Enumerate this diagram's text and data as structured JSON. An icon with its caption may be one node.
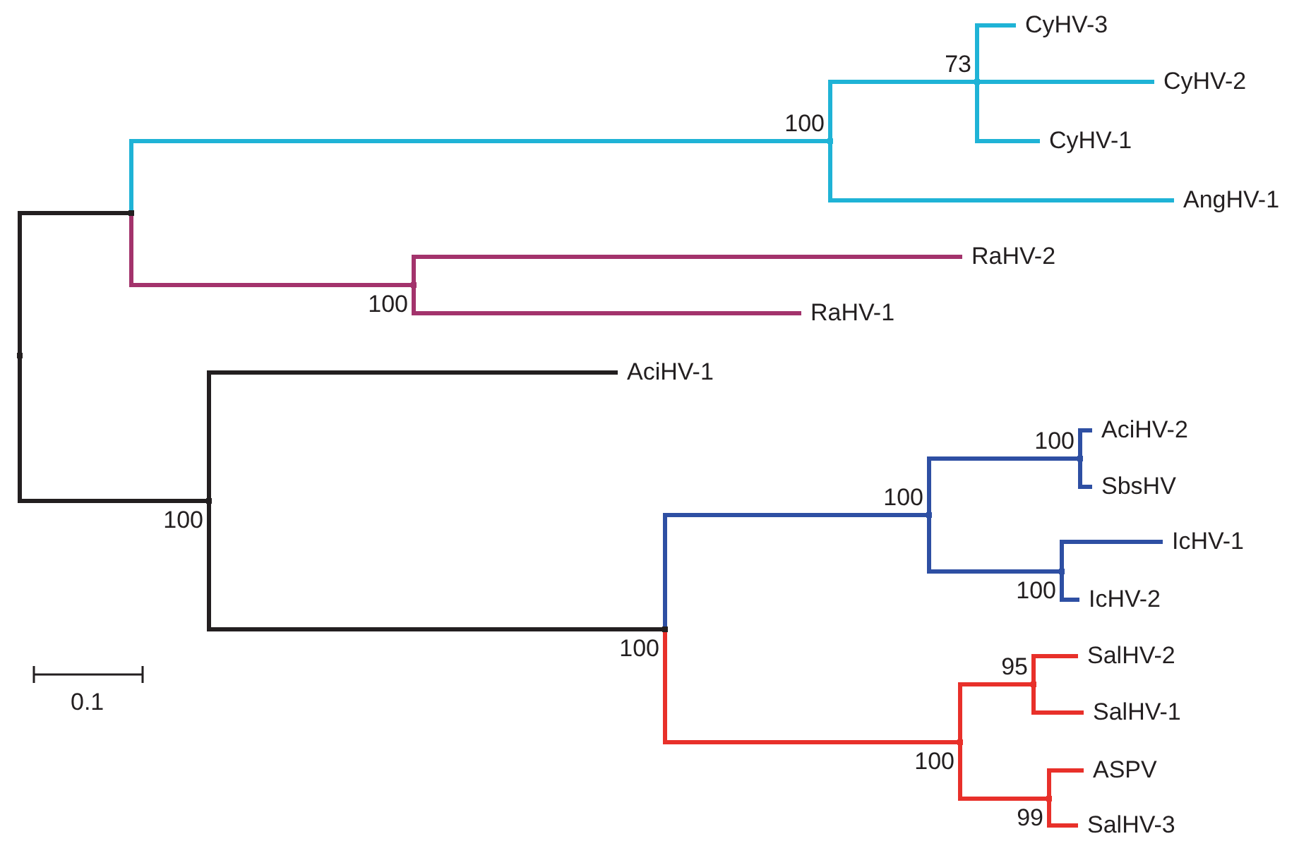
{
  "diagram": {
    "nodes": [
      {
        "text": [],
        "shape": "point"
      },
      {
        "text": [],
        "shape": "point"
      },
      {
        "text": [],
        "shape": "point",
        "beside": [
          "100"
        ]
      },
      {
        "text": [],
        "shape": "point",
        "beside": [
          "73"
        ]
      },
      {
        "text": [
          "CyHV-3"
        ]
      },
      {
        "text": [
          "CyHV-2"
        ]
      },
      {
        "text": [
          "CyHV-1"
        ]
      },
      {
        "text": [
          "AngHV-1"
        ]
      },
      {
        "text": [],
        "shape": "point",
        "beside": [
          "100"
        ]
      },
      {
        "text": [
          "RaHV-2"
        ]
      },
      {
        "text": [
          "RaHV-1"
        ]
      },
      {
        "text": [],
        "shape": "point",
        "beside": [
          "100"
        ]
      },
      {
        "text": [
          "AciHV-1"
        ]
      },
      {
        "text": [],
        "shape": "point",
        "beside": [
          "100"
        ]
      },
      {
        "text": [],
        "shape": "point",
        "beside": [
          "100"
        ]
      },
      {
        "text": [],
        "shape": "point",
        "beside": [
          "100"
        ]
      },
      {
        "text": [
          "AciHV-2"
        ]
      },
      {
        "text": [
          "SbsHV"
        ]
      },
      {
        "text": [],
        "shape": "point",
        "beside": [
          "100"
        ]
      },
      {
        "text": [
          "IcHV-1"
        ]
      },
      {
        "text": [
          "IcHV-2"
        ]
      },
      {
        "text": [],
        "shape": "point",
        "beside": [
          "100"
        ]
      },
      {
        "text": [],
        "shape": "point",
        "beside": [
          "95"
        ]
      },
      {
        "text": [
          "SalHV-2"
        ]
      },
      {
        "text": [
          "SalHV-1"
        ]
      },
      {
        "text": [],
        "shape": "point",
        "beside": [
          "99"
        ]
      },
      {
        "text": [
          "ASPV"
        ]
      },
      {
        "text": [
          "SalHV-3"
        ]
      }
    ],
    "edges": [
      {
        "from": 0,
        "to": 1,
        "arrow": "none",
        "color": "#231f20"
      },
      {
        "from": 1,
        "to": 2,
        "arrow": "none",
        "color": "#1fb3d6"
      },
      {
        "from": 2,
        "to": 3,
        "arrow": "none",
        "color": "#1fb3d6"
      },
      {
        "from": 3,
        "to": 4,
        "arrow": "none",
        "color": "#1fb3d6"
      },
      {
        "from": 3,
        "to": 5,
        "arrow": "none",
        "color": "#1fb3d6"
      },
      {
        "from": 3,
        "to": 6,
        "arrow": "none",
        "color": "#1fb3d6"
      },
      {
        "from": 2,
        "to": 7,
        "arrow": "none",
        "color": "#1fb3d6"
      },
      {
        "from": 1,
        "to": 8,
        "arrow": "none",
        "color": "#a3336c"
      },
      {
        "from": 8,
        "to": 9,
        "arrow": "none",
        "color": "#a3336c"
      },
      {
        "from": 8,
        "to": 10,
        "arrow": "none",
        "color": "#a3336c"
      },
      {
        "from": 0,
        "to": 11,
        "arrow": "none",
        "color": "#231f20"
      },
      {
        "from": 11,
        "to": 12,
        "arrow": "none",
        "color": "#231f20"
      },
      {
        "from": 11,
        "to": 13,
        "arrow": "none",
        "color": "#231f20"
      },
      {
        "from": 13,
        "to": 14,
        "arrow": "none",
        "color": "#2e4fa3"
      },
      {
        "from": 14,
        "to": 15,
        "arrow": "none",
        "color": "#2e4fa3"
      },
      {
        "from": 15,
        "to": 16,
        "arrow": "none",
        "color": "#2e4fa3"
      },
      {
        "from": 15,
        "to": 17,
        "arrow": "none",
        "color": "#2e4fa3"
      },
      {
        "from": 14,
        "to": 18,
        "arrow": "none",
        "color": "#2e4fa3"
      },
      {
        "from": 18,
        "to": 19,
        "arrow": "none",
        "color": "#2e4fa3"
      },
      {
        "from": 18,
        "to": 20,
        "arrow": "none",
        "color": "#2e4fa3"
      },
      {
        "from": 13,
        "to": 21,
        "arrow": "none",
        "color": "#e8302a"
      },
      {
        "from": 21,
        "to": 22,
        "arrow": "none",
        "color": "#e8302a"
      },
      {
        "from": 22,
        "to": 23,
        "arrow": "none",
        "color": "#e8302a"
      },
      {
        "from": 22,
        "to": 24,
        "arrow": "none",
        "color": "#e8302a"
      },
      {
        "from": 21,
        "to": 25,
        "arrow": "none",
        "color": "#e8302a"
      },
      {
        "from": 25,
        "to": 26,
        "arrow": "none",
        "color": "#e8302a"
      },
      {
        "from": 25,
        "to": 27,
        "arrow": "none",
        "color": "#e8302a"
      }
    ],
    "labels": [
      "0.1"
    ]
  }
}
